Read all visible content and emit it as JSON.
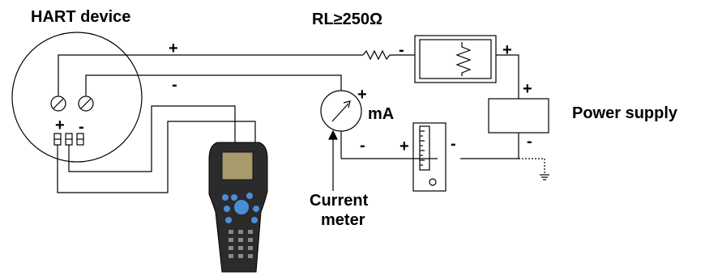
{
  "labels": {
    "hart_device": "HART device",
    "load_resistor": "RL≥250Ω",
    "power_supply": "Power supply",
    "meter_unit": "mA",
    "current_meter_line1": "Current",
    "current_meter_line2": "meter"
  },
  "polarity": {
    "top_wire_plus": "+",
    "mid_wire_minus": "-",
    "device_plus": "+",
    "device_minus": "-",
    "resistor_minus": "-",
    "module_out_plus": "+",
    "supply_plus": "+",
    "supply_minus": "-",
    "meter_plus": "+",
    "meter_minus": "-",
    "indicator_plus": "+",
    "indicator_minus": "-"
  },
  "colors": {
    "line": "#000000",
    "background": "#ffffff",
    "communicator_body": "#2b2b2b",
    "communicator_screen": "#a89a6a",
    "communicator_keys_blue": "#4a8ed8"
  }
}
